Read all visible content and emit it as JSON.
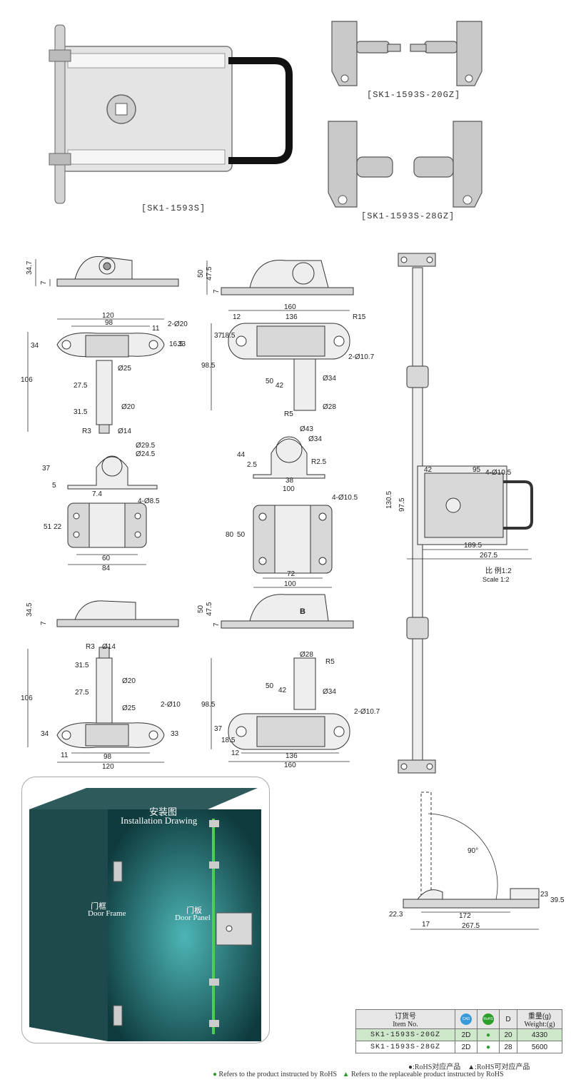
{
  "photos": {
    "main_caption": "[SK1-1593S]",
    "gz20_caption": "[SK1-1593S-20GZ]",
    "gz28_caption": "[SK1-1593S-28GZ]"
  },
  "dims_a": {
    "h347": "34.7",
    "h7": "7",
    "w120": "120",
    "w98": "98",
    "w11": "11",
    "d2_20": "2-Ø20",
    "h16_5": "16.5",
    "h33": "33",
    "h34": "34",
    "h106": "106",
    "d25": "Ø25",
    "h27_5": "27.5",
    "h31_5": "31.5",
    "d20": "Ø20",
    "r3": "R3",
    "d14": "Ø14"
  },
  "dims_b": {
    "h50": "50",
    "h47_5": "47.5",
    "h7": "7",
    "w160": "160",
    "w12": "12",
    "w136": "136",
    "r15": "R15",
    "h37": "37",
    "h18_5": "18.5",
    "h98_5": "98.5",
    "d2_10_7": "2-Ø10.7",
    "h50b": "50",
    "h42": "42",
    "d34": "Ø34",
    "r5": "R5",
    "d28": "Ø28"
  },
  "dims_c": {
    "d29_5": "Ø29.5",
    "d24_5": "Ø24.5",
    "h37": "37",
    "h5": "5",
    "w7_4": "7.4",
    "d4_8_5": "4-Ø8.5",
    "h51": "51",
    "h22": "22",
    "w60": "60",
    "w84": "84"
  },
  "dims_d": {
    "d43": "Ø43",
    "d34": "Ø34",
    "h44": "44",
    "h2_5": "2.5",
    "r2_5": "R2.5",
    "w38": "38",
    "w100": "100",
    "d4_10_5": "4-Ø10.5",
    "h80": "80",
    "h50": "50",
    "w72": "72",
    "w100b": "100"
  },
  "dims_e": {
    "h34_5": "34.5",
    "h7": "7",
    "r3": "R3",
    "d14": "Ø14",
    "h31_5": "31.5",
    "d20": "Ø20",
    "h27_5": "27.5",
    "h106": "106",
    "d25": "Ø25",
    "d2_10": "2-Ø10",
    "h34": "34",
    "h33": "33",
    "w11": "11",
    "w98": "98",
    "w120": "120"
  },
  "dims_f": {
    "h50": "50",
    "h47_5": "47.5",
    "h7": "7",
    "d28": "Ø28",
    "r5": "R5",
    "h50b": "50",
    "h42": "42",
    "d34": "Ø34",
    "h98_5": "98.5",
    "d2_10_7": "2-Ø10.7",
    "h37": "37",
    "h18_5": "18.5",
    "w12": "12",
    "w136": "136",
    "w160": "160"
  },
  "dims_g": {
    "w42": "42",
    "w95": "95",
    "d4_10_5": "4-Ø10.5",
    "h130_5": "130.5",
    "h97_5": "97.5",
    "w189_5": "189.5",
    "w267_5": "267.5",
    "scale_cn": "比 例1:2",
    "scale_en": "Scale 1:2"
  },
  "dims_h": {
    "angle": "90°",
    "h23": "23",
    "h39_5": "39.5",
    "h22_3": "22.3",
    "w172": "172",
    "w17": "17",
    "w267_5": "267.5"
  },
  "install": {
    "title_cn": "安装图",
    "title_en": "Installation Drawing",
    "frame_cn": "门框",
    "frame_en": "Door Frame",
    "panel_cn": "门板",
    "panel_en": "Door Panel"
  },
  "order_table": {
    "header_item_cn": "订货号",
    "header_item_en": "Item No.",
    "header_cad": "CAD",
    "header_rohs": "RoHS",
    "header_d": "D",
    "header_weight_cn": "重量(g)",
    "header_weight_en": "Weight:(g)",
    "rows": [
      {
        "item": "SK1-1593S-20GZ",
        "cad": "2D",
        "d": "20",
        "weight": "4330"
      },
      {
        "item": "SK1-1593S-28GZ",
        "cad": "2D",
        "d": "28",
        "weight": "5600"
      }
    ],
    "highlight_color": "#cfe8cc",
    "rohs_color": "#2a9d2a"
  },
  "legend": {
    "cn_dot": "●:RoHS对应产品",
    "cn_tri": "▲:RoHS可对应产品",
    "en_dot": "Refers to the product instructed by RoHS",
    "en_tri": "Refers to the replaceable product instructed by RoHS"
  }
}
